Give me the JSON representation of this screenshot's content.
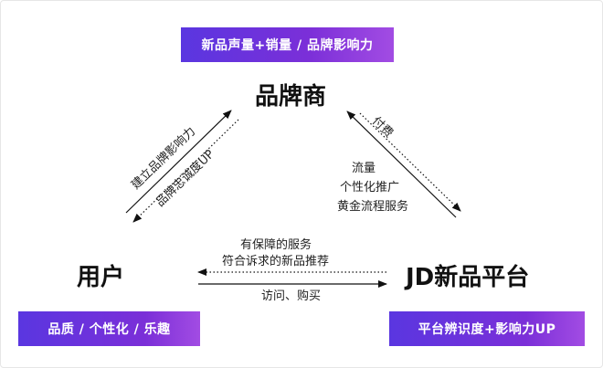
{
  "badges": {
    "top": "新品声量+销量 / 品牌影响力",
    "left": "品质 / 个性化 / 乐趣",
    "right": "平台辨识度+影响力UP"
  },
  "nodes": {
    "brand": "品牌商",
    "user": "用户",
    "jd": "JD新品平台"
  },
  "edges": {
    "user_to_brand": "建立品牌影响力",
    "brand_to_user": "品牌忠诚度UP",
    "jd_to_brand": "付费",
    "brand_to_jd": [
      "流量",
      "个性化推广",
      "黄金流程服务"
    ],
    "jd_to_user": [
      "有保障的服务",
      "符合诉求的新品推荐"
    ],
    "user_to_jd": "访问、购买"
  },
  "colors": {
    "badge_start": "#5a36e0",
    "badge_end": "#a24ce3",
    "arrow": "#111111"
  }
}
